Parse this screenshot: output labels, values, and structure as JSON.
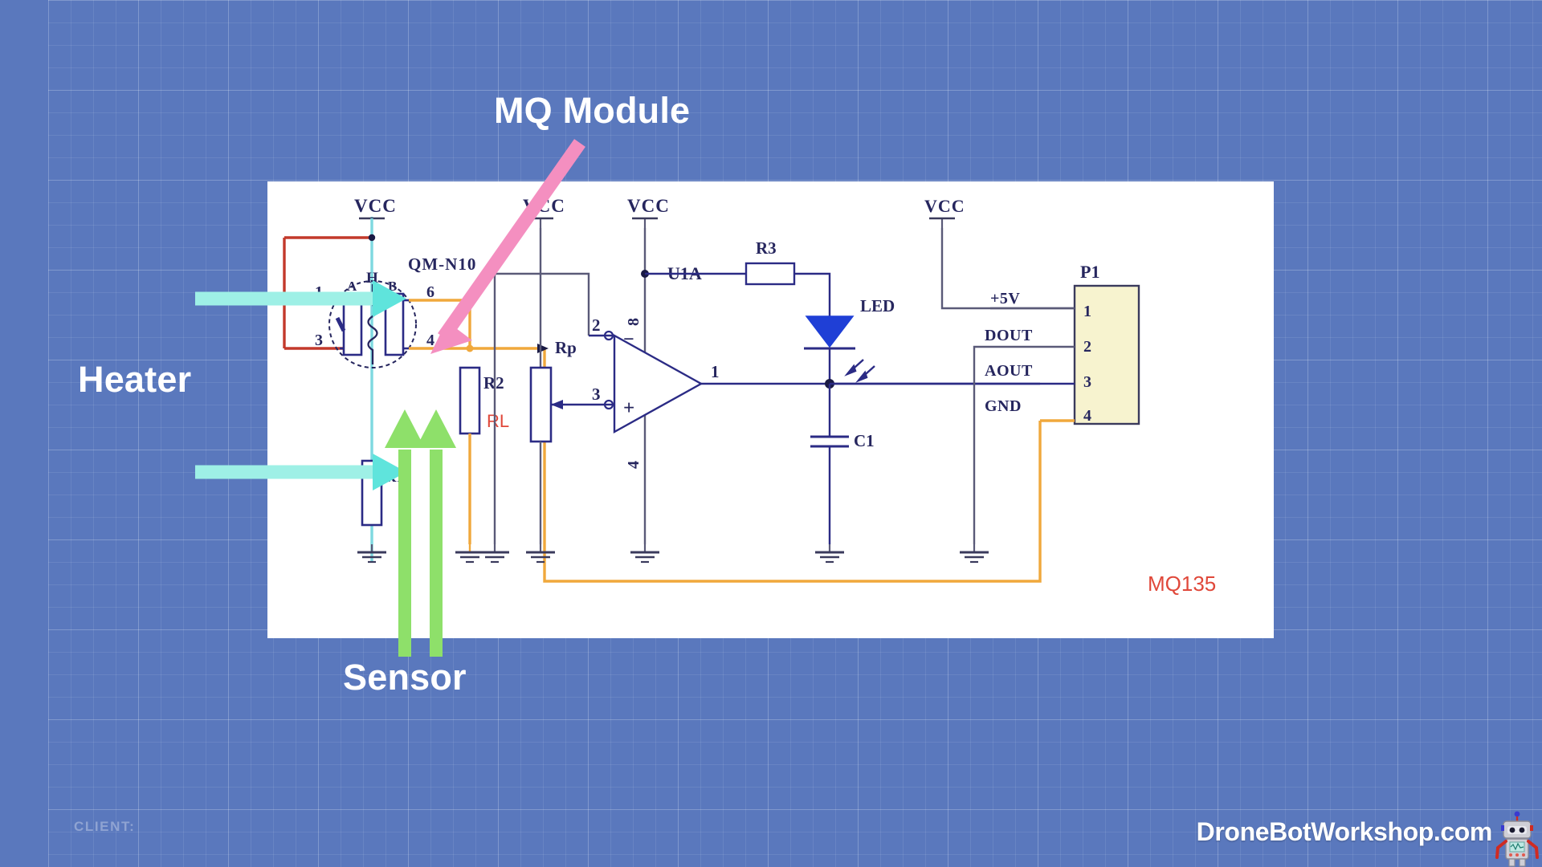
{
  "slide": {
    "background_color": "#5a78bd",
    "grid": true
  },
  "annotations": [
    {
      "id": "mq-module",
      "label": "MQ Module",
      "color": "#ffffff",
      "arrow_color": "#f48fc0"
    },
    {
      "id": "heater",
      "label": "Heater",
      "color": "#ffffff",
      "arrow_color": "#9ef0e6"
    },
    {
      "id": "sensor",
      "label": "Sensor",
      "color": "#ffffff",
      "arrow_color": "#8ee06a"
    }
  ],
  "footer": {
    "client_label": "CLIENT:",
    "watermark": "DroneBotWorkshop.com",
    "robot_icon": "robot-mascot-icon"
  },
  "schematic": {
    "title": "MQ135",
    "title_color": "#e0483a",
    "card_color": "#ffffff",
    "wire_colors": {
      "default": "#5a5a78",
      "heater_red": "#c3392b",
      "sense_orange": "#f0a83c",
      "vcc_rail": "#7ed9e0"
    },
    "power_nets": [
      {
        "name": "VCC",
        "position": "sensor-heater"
      },
      {
        "name": "VCC",
        "position": "rp-divider"
      },
      {
        "name": "VCC",
        "position": "opamp-supply"
      },
      {
        "name": "VCC",
        "position": "p1-supply"
      }
    ],
    "sensor": {
      "part_label": "QM-N10",
      "heater_label": "H",
      "electrode_a": "A",
      "electrode_b": "B",
      "pins": [
        "1",
        "3",
        "6",
        "4"
      ]
    },
    "components": [
      {
        "ref": "R1",
        "type": "resistor",
        "note": "heater series"
      },
      {
        "ref": "R2",
        "type": "resistor",
        "alt_label": "RL",
        "alt_color": "#e0483a"
      },
      {
        "ref": "Rp",
        "type": "potentiometer"
      },
      {
        "ref": "R3",
        "type": "resistor"
      },
      {
        "ref": "C1",
        "type": "capacitor"
      },
      {
        "ref": "LED",
        "type": "led",
        "color": "#1f3fd6"
      },
      {
        "ref": "U1A",
        "type": "opamp"
      }
    ],
    "opamp": {
      "ref": "U1A",
      "pin_inverting": "2",
      "pin_noninverting": "3",
      "pin_output": "1",
      "pin_vplus": "8",
      "pin_vminus": "4",
      "minus_symbol": "−",
      "plus_symbol": "+"
    },
    "connector": {
      "ref": "P1",
      "fill": "#f7f3cf",
      "pins": [
        {
          "number": "1",
          "label": "+5V"
        },
        {
          "number": "2",
          "label": "DOUT"
        },
        {
          "number": "3",
          "label": "AOUT"
        },
        {
          "number": "4",
          "label": "GND"
        }
      ]
    }
  }
}
